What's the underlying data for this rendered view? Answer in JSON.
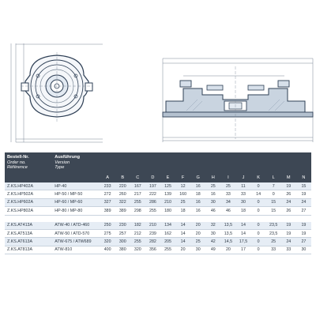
{
  "table": {
    "header": {
      "order": [
        "Bestell-Nr.",
        "Order no.",
        "Référence"
      ],
      "version": [
        "Ausführung",
        "Version",
        "Type"
      ],
      "dims": [
        "A",
        "B",
        "C",
        "D",
        "E",
        "F",
        "G",
        "H",
        "I",
        "J",
        "K",
        "L",
        "M",
        "N"
      ]
    },
    "groups": [
      [
        {
          "order": "Z.KS.HP402A",
          "version": "HP-40",
          "values": [
            "233",
            "220",
            "167",
            "197",
            "125",
            "12",
            "16",
            "25",
            "25",
            "11",
            "0",
            "7",
            "19",
            "15"
          ]
        },
        {
          "order": "Z.KS.HP502A",
          "version": "HP-50 / MP-50",
          "values": [
            "272",
            "260",
            "217",
            "222",
            "139",
            "160",
            "18",
            "16",
            "33",
            "33",
            "14",
            "0",
            "26",
            "19"
          ]
        },
        {
          "order": "Z.KS.HP602A",
          "version": "HP-60 / MP-60",
          "values": [
            "327",
            "322",
            "255",
            "286",
            "210",
            "25",
            "16",
            "30",
            "34",
            "30",
            "0",
            "15",
            "24",
            "24"
          ]
        },
        {
          "order": "Z.KS.HP802A",
          "version": "HP-80 / MP-80",
          "values": [
            "389",
            "389",
            "298",
            "255",
            "180",
            "18",
            "16",
            "46",
            "46",
            "18",
            "0",
            "15",
            "26",
            "27"
          ]
        }
      ],
      [
        {
          "order": "Z.KS.AT413A",
          "version": "ATW-40 / ATD-460",
          "values": [
            "250",
            "230",
            "182",
            "210",
            "134",
            "14",
            "20",
            "32",
            "13,5",
            "14",
            "0",
            "23,5",
            "19",
            "19"
          ]
        },
        {
          "order": "Z.KS.AT513A",
          "version": "ATW-50 / ATD-570",
          "values": [
            "275",
            "257",
            "212",
            "239",
            "162",
            "14",
            "20",
            "30",
            "13,5",
            "14",
            "0",
            "23,5",
            "19",
            "19"
          ]
        },
        {
          "order": "Z.KS.AT613A",
          "version": "ATW-675 / ATW689",
          "values": [
            "320",
            "300",
            "255",
            "282",
            "205",
            "14",
            "25",
            "42",
            "14,5",
            "17,5",
            "0",
            "25",
            "24",
            "27"
          ]
        },
        {
          "order": "Z.KS.AT813A",
          "version": "ATW-810",
          "values": [
            "400",
            "380",
            "320",
            "356",
            "255",
            "20",
            "30",
            "49",
            "20",
            "17",
            "0",
            "33",
            "33",
            "30"
          ]
        }
      ]
    ]
  }
}
